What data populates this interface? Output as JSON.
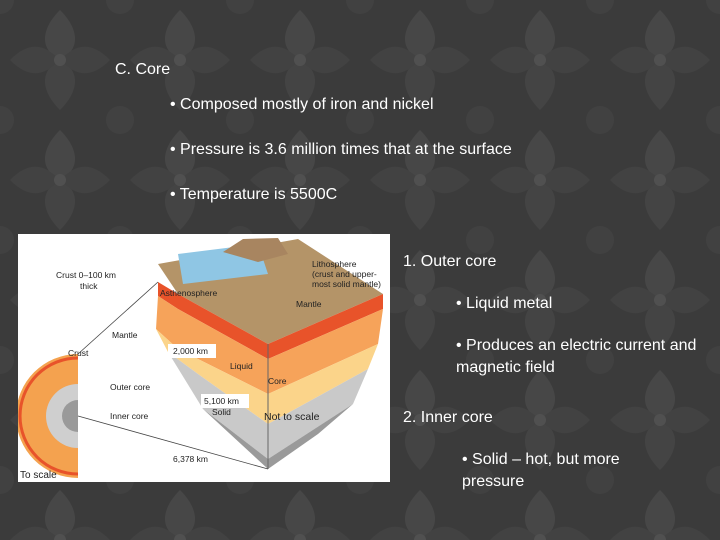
{
  "slide": {
    "heading": "C.  Core",
    "bullets": [
      "• Composed mostly of iron and nickel",
      "• Pressure is 3.6 million times that at the surface",
      "• Temperature is 5500C"
    ],
    "outer_core": {
      "title": "1.  Outer core",
      "bullets": [
        "• Liquid metal",
        "• Produces an electric current and magnetic field"
      ]
    },
    "inner_core": {
      "title": "2.  Inner core",
      "bullets": [
        "• Solid – hot, but more pressure"
      ]
    }
  },
  "figure": {
    "labels": {
      "crust_thickness_1": "Crust 0–100 km",
      "crust_thickness_2": "thick",
      "lithosphere_1": "Lithosphere",
      "lithosphere_2": "(crust and upper-",
      "lithosphere_3": "most solid mantle)",
      "asthenosphere": "Asthenosphere",
      "mantle_right": "Mantle",
      "mantle_left": "Mantle",
      "crust_left": "Crust",
      "depth_2000": "2,000 km",
      "liquid": "Liquid",
      "core": "Core",
      "outer_core": "Outer core",
      "depth_5100": "5,100 km",
      "inner_core": "Inner core",
      "solid": "Solid",
      "not_to_scale": "Not to scale",
      "to_scale": "To scale",
      "depth_6378": "6,378 km"
    },
    "colors": {
      "ocean": "#8fc6e4",
      "land": "#b49468",
      "asthenosphere": "#e8532a",
      "mantle": "#f6a35a",
      "mantle_light": "#fbd48a",
      "outer_core": "#c9c9c9",
      "inner_core": "#9a9a9a"
    }
  }
}
